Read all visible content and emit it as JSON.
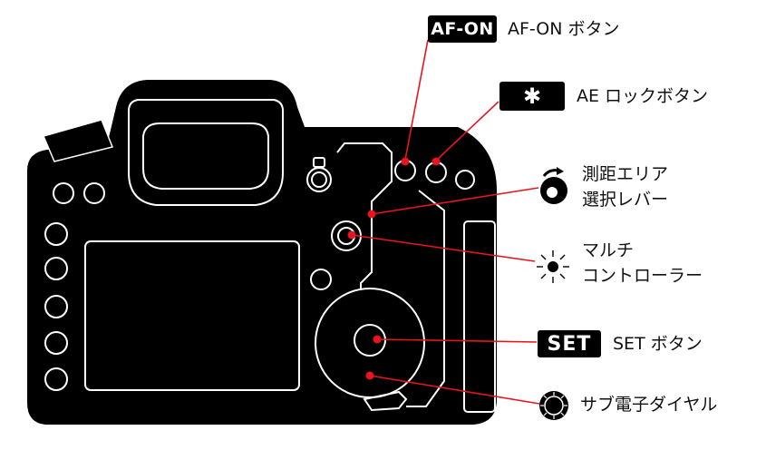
{
  "colors": {
    "body": "#000000",
    "outline": "#ffffff",
    "leader": "#e8141e",
    "dot": "#e8141e",
    "text": "#111111"
  },
  "labels": {
    "af_on": {
      "badge": "AF-ON",
      "text": "AF-ON ボタン"
    },
    "ae_lock": {
      "badge": "✱",
      "text": "AE ロックボタン"
    },
    "metering_lever": {
      "line1": "測距エリア",
      "line2": "選択レバー"
    },
    "multi_controller": {
      "line1": "マルチ",
      "line2": "コントローラー"
    },
    "set_button": {
      "badge": "SET",
      "text": "SET ボタン"
    },
    "quick_dial": {
      "text": "サブ電子ダイヤル"
    }
  },
  "icons": {
    "metering_lever": "lever-icon",
    "multi_controller": "multi-controller-icon",
    "quick_dial": "dial-icon"
  }
}
